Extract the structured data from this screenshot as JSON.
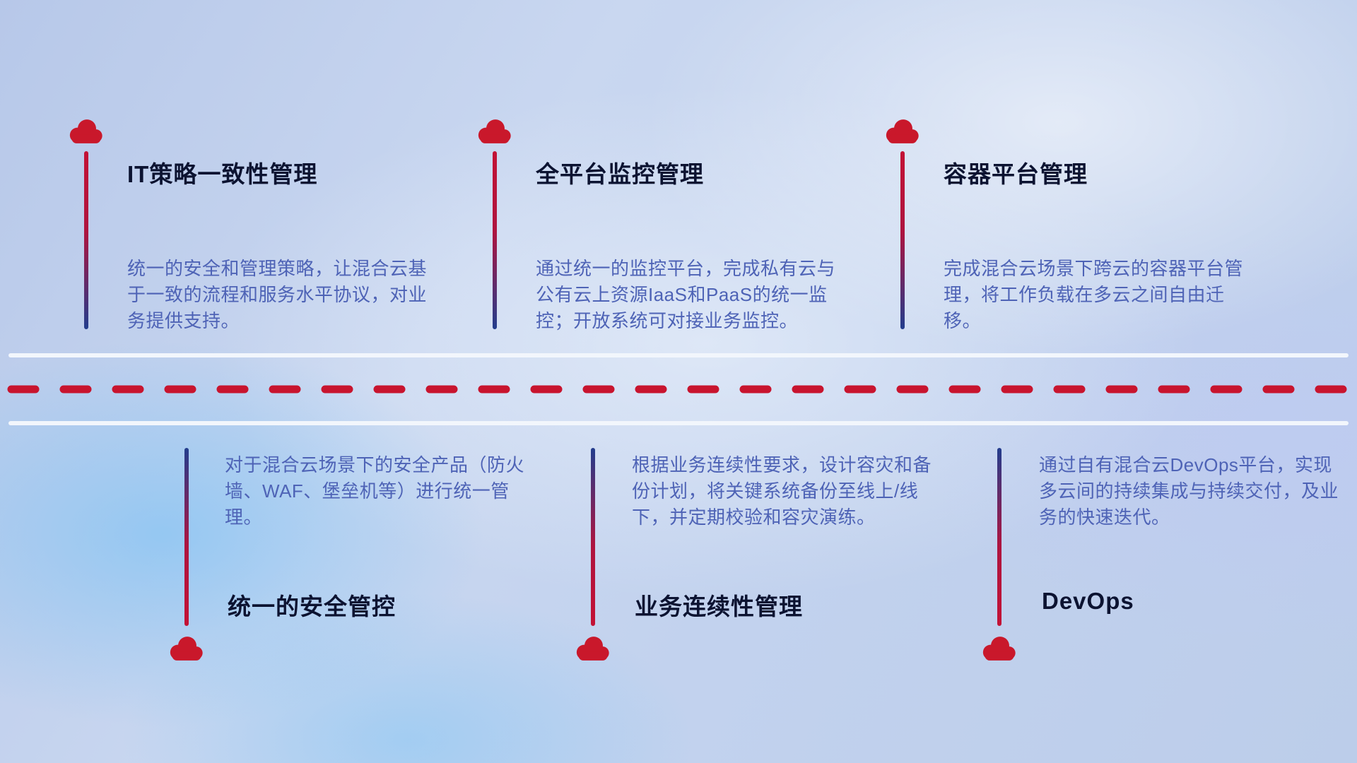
{
  "top_items": [
    {
      "title": "IT策略一致性管理",
      "description": "统一的安全和管理策略，让混合云基于一致的流程和服务水平协议，对业务提供支持。"
    },
    {
      "title": "全平台监控管理",
      "description": "通过统一的监控平台，完成私有云与公有云上资源IaaS和PaaS的统一监控；开放系统可对接业务监控。"
    },
    {
      "title": "容器平台管理",
      "description": "完成混合云场景下跨云的容器平台管理，将工作负载在多云之间自由迁移。"
    }
  ],
  "bottom_items": [
    {
      "title": "统一的安全管控",
      "description": "对于混合云场景下的安全产品（防火墙、WAF、堡垒机等）进行统一管理。"
    },
    {
      "title": "业务连续性管理",
      "description": "根据业务连续性要求，设计容灾和备份计划，将关键系统备份至线上/线下，并定期校验和容灾演练。"
    },
    {
      "title": "DevOps",
      "description": "通过自有混合云DevOps平台，实现多云间的持续集成与持续交付，及业务的快速迭代。"
    }
  ],
  "icons": {
    "cloud-icon": "☁"
  },
  "colors": {
    "accent_red": "#c9182b",
    "accent_blue": "#223d8d",
    "title_text": "#0c1331",
    "description_text": "#4e63b6",
    "divider_white": "#f2f6fc",
    "background_base": "#c2d2ee"
  }
}
